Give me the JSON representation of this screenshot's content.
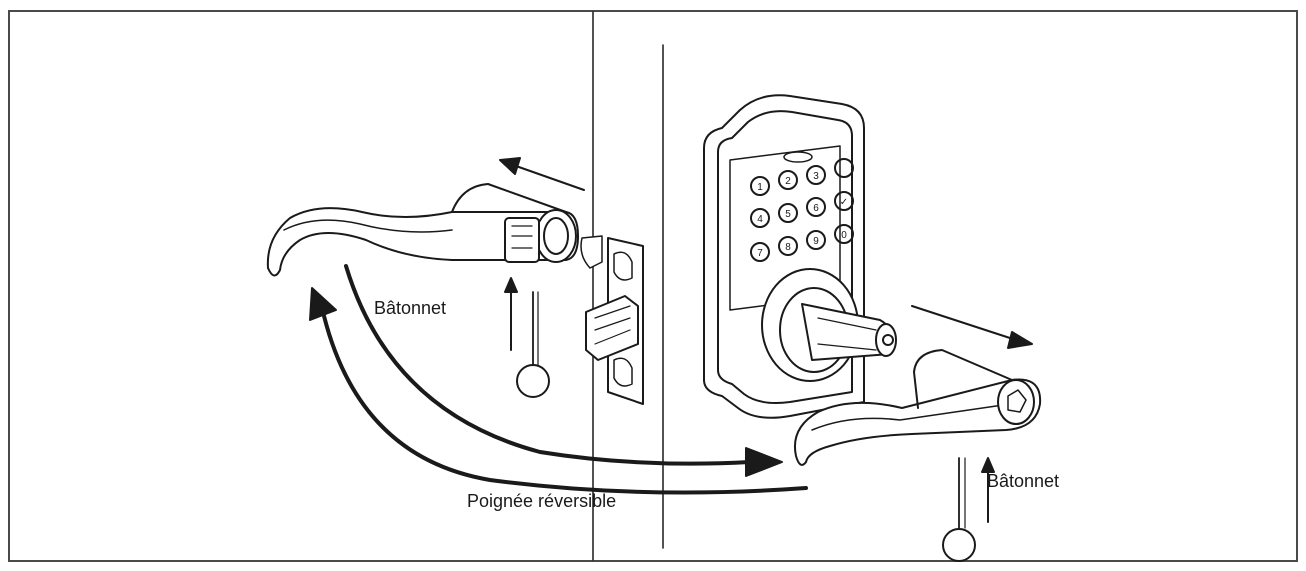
{
  "labels": {
    "pin_left": "Bâtonnet",
    "pin_right": "Bâtonnet",
    "reversible_handle": "Poignée réversible"
  },
  "keypad": {
    "keys": [
      "1",
      "2",
      "3",
      "4",
      "5",
      "6",
      "7",
      "8",
      "9",
      "0",
      "✓"
    ]
  },
  "colors": {
    "line": "#1a1a1a",
    "frame": "#4a4a4a"
  }
}
